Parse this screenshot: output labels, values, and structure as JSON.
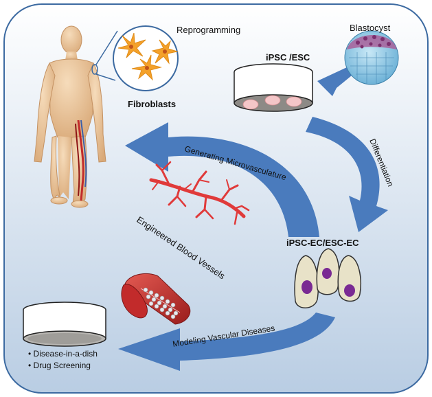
{
  "labels": {
    "reprogramming": "Reprogramming",
    "blastocyst": "Blastocyst",
    "ipsc_esc": "iPSC /ESC",
    "fibroblasts": "Fibroblasts",
    "generating_microvasculature": "Generating Microvasculature",
    "differentiation": "Differentiation",
    "engineered_blood_vessels": "Engineered Blood Vessels",
    "ipsc_ec_esc_ec": "iPSC-EC/ESC-EC",
    "modeling_vascular_diseases": "Modeling Vascular Diseases",
    "bullet_1": "• Disease-in-a-dish",
    "bullet_2": "• Drug Screening"
  },
  "colors": {
    "panel_top": "#ffffff",
    "panel_bottom": "#b9cde3",
    "panel_border": "#3c6aa1",
    "arrow": "#4a7bbd",
    "skin": "#e9c39a",
    "fibroblast": "#f4a12a",
    "microvasculature": "#e03a3a",
    "vessel_red": "#c22b2b",
    "ec_cell": "#e8e2c8",
    "ec_nucleus": "#7a2a93",
    "blastocyst": "#8fcbe8"
  },
  "icons": [
    "human-body-icon",
    "fibroblast-cells-icon",
    "blastocyst-icon",
    "culture-dish-icon",
    "microvasculature-icon",
    "endothelial-cells-icon",
    "blood-vessel-tube-icon",
    "assay-dish-icon"
  ]
}
